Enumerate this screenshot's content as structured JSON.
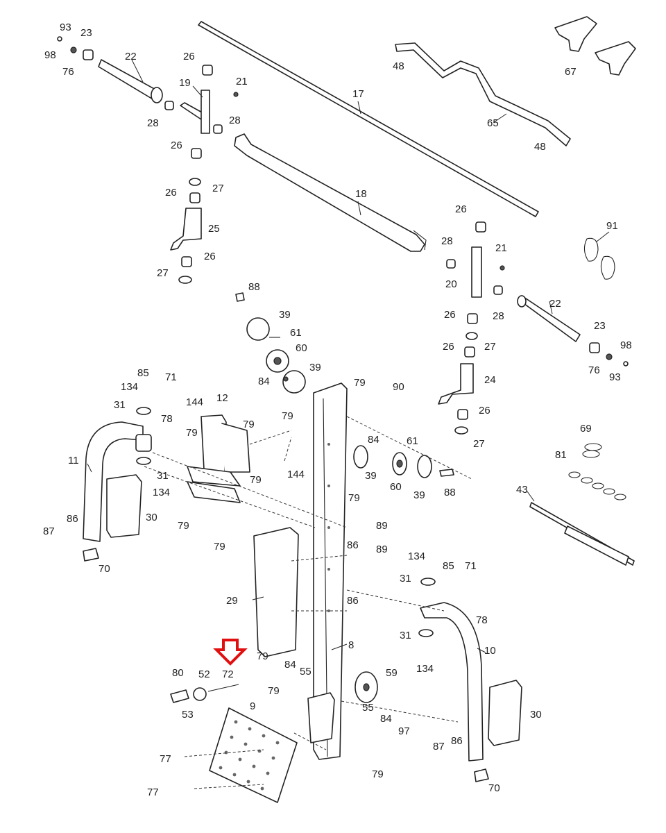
{
  "highlight": {
    "part_number": "72",
    "arrow_color": "#e01010"
  },
  "callouts": {
    "c93": "93",
    "c23a": "23",
    "c98a": "98",
    "c76a": "76",
    "c22a": "22",
    "c26a": "26",
    "c19": "19",
    "c21a": "21",
    "c28a": "28",
    "c28b": "28",
    "c26b": "26",
    "c27a": "27",
    "c26c": "26",
    "c25": "25",
    "c26d": "26",
    "c27b": "27",
    "c17": "17",
    "c18": "18",
    "c48a": "48",
    "c65": "65",
    "c48b": "48",
    "c67": "67",
    "c26e": "26",
    "c28c": "28",
    "c21b": "21",
    "c20": "20",
    "c22b": "22",
    "c26f": "26",
    "c28d": "28",
    "c23b": "23",
    "c98b": "98",
    "c76b": "76",
    "c93b": "93",
    "c26g": "26",
    "c27c": "27",
    "c24": "24",
    "c26h": "26",
    "c27d": "27",
    "c91": "91",
    "c88a": "88",
    "c39a": "39",
    "c61a": "61",
    "c60a": "60",
    "c84a": "84",
    "c39b": "39",
    "c85a": "85",
    "c71a": "71",
    "c134a": "134",
    "c31a": "31",
    "c78a": "78",
    "c144a": "144",
    "c12": "12",
    "c79a": "79",
    "c79b": "79",
    "c79c": "79",
    "c144b": "144",
    "c11": "11",
    "c31b": "31",
    "c134b": "134",
    "c30a": "30",
    "c87a": "87",
    "c86a": "86",
    "c79d": "79",
    "c79e": "79",
    "c70a": "70",
    "c79f": "79",
    "c90": "90",
    "c79g": "79",
    "c84b": "84",
    "c61b": "61",
    "c39c": "39",
    "c60b": "60",
    "c39d": "39",
    "c88b": "88",
    "c79h": "79",
    "c89a": "89",
    "c86b": "86",
    "c89b": "89",
    "c86c": "86",
    "c29": "29",
    "c8": "8",
    "c69": "69",
    "c81": "81",
    "c43": "43",
    "c134c": "134",
    "c85b": "85",
    "c71b": "71",
    "c31c": "31",
    "c78b": "78",
    "c31d": "31",
    "c134d": "134",
    "c10": "10",
    "c30b": "30",
    "c87b": "87",
    "c86d": "86",
    "c70b": "70",
    "c80": "80",
    "c52": "52",
    "c72": "72",
    "c53": "53",
    "c79i": "79",
    "c84c": "84",
    "c55a": "55",
    "c59": "59",
    "c79j": "79",
    "c9": "9",
    "c55b": "55",
    "c84d": "84",
    "c97": "97",
    "c77a": "77",
    "c77b": "77",
    "c79k": "79"
  }
}
